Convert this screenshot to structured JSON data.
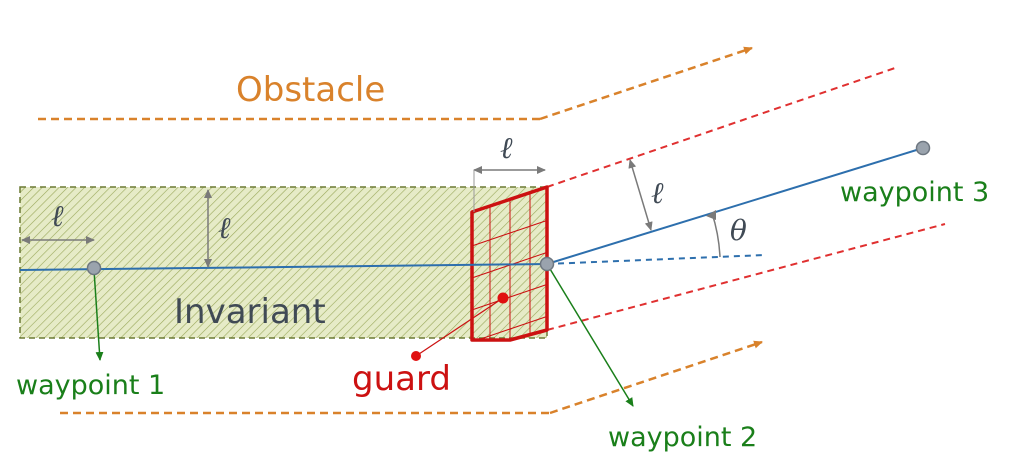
{
  "labels": {
    "obstacle": "Obstacle",
    "invariant": "Invariant",
    "guard": "guard",
    "waypoint_1": "waypoint 1",
    "waypoint_2": "waypoint 2",
    "waypoint_3": "waypoint 3",
    "ell": "ℓ",
    "theta": "θ"
  },
  "colors": {
    "obstacle": "#d9822b",
    "invariant_fill": "#d8dfb0",
    "invariant_border": "#6b7a34",
    "path": "#2d6fad",
    "guard": "#cc1111",
    "corridor": "#e03030",
    "waypoint_label": "#1a7f1a",
    "waypoint_dot": "#9aa3ad",
    "dimension": "#7a7a7a",
    "text": "#404a55"
  }
}
